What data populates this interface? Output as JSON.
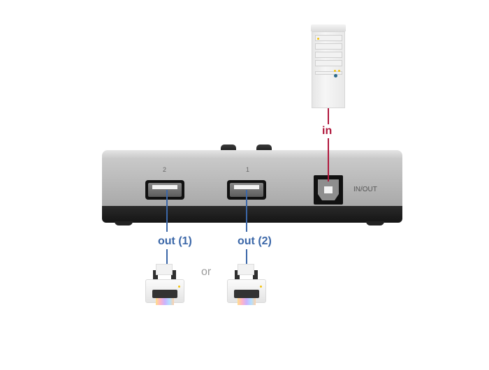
{
  "diagram": {
    "source": {
      "label": "in",
      "device": "pc-tower",
      "line_color": "#b0173c"
    },
    "switch": {
      "ports": [
        {
          "number": "2",
          "type": "USB-A"
        },
        {
          "number": "1",
          "type": "USB-A"
        }
      ],
      "upstream_port": {
        "label": "IN/OUT",
        "type": "USB-B"
      }
    },
    "outputs": [
      {
        "label": "out (1)",
        "device": "printer"
      },
      {
        "label": "out (2)",
        "device": "printer"
      }
    ],
    "separator": "or",
    "colors": {
      "in": "#b0173c",
      "out": "#3b67a8"
    }
  }
}
